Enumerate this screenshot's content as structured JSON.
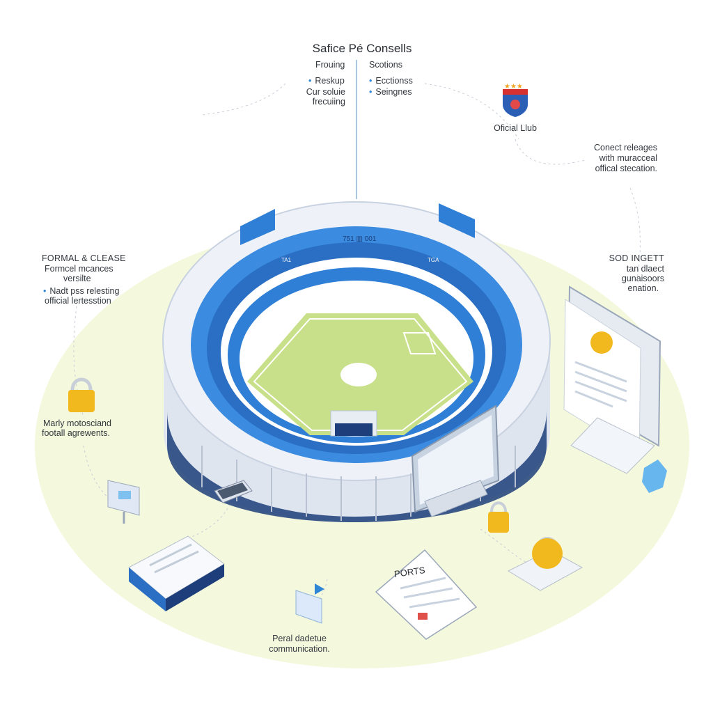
{
  "header": {
    "title": "Safice Pé Consells",
    "col_left_heading": "Frouing",
    "col_left_items": [
      "Reskup",
      "Cur soluie",
      "frecuiing"
    ],
    "col_right_heading": "Scotions",
    "col_right_items": [
      "Ecctionss",
      "Seingnes"
    ]
  },
  "badge": {
    "label": "Oficial Llub",
    "stars": "★★★"
  },
  "callouts": {
    "top_right": [
      "Conect releages",
      "with muracceal",
      "offical stecation."
    ],
    "mid_right": [
      "SOD INGETT",
      "tan dlaect",
      "gunaisoors",
      "enation."
    ],
    "left_title": "FORMAL & CLEASE",
    "left_lines": [
      "Formcel mcances",
      "versilte",
      "Nadt pss relesting",
      "official lertesstion"
    ],
    "lock_left": [
      "Marly motosciand",
      "footall agrewents."
    ],
    "bottom_center": [
      "Peral dadetue",
      "communication."
    ]
  },
  "stadium": {
    "scoreboard": "751 ▥ 001",
    "seat_text_left": "TA1",
    "seat_text_right": "TGA"
  },
  "documents": {
    "ports_label": "PORTS"
  },
  "colors": {
    "stadium_blue": "#2f7fd6",
    "stadium_dark": "#1d3e7a",
    "pitch_green": "#c9e08a",
    "ground_yellow": "#f3f7d8",
    "lock_gold": "#f2b91f",
    "concrete": "#e4e9f1"
  }
}
